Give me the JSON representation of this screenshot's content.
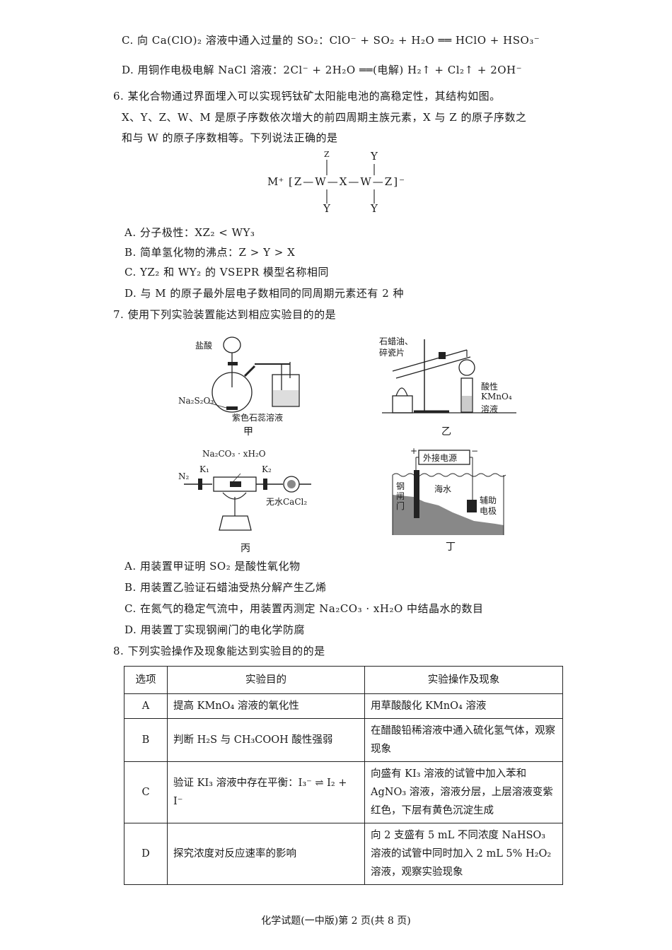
{
  "q5_options_tail": {
    "C": "C. 向 Ca(ClO)₂ 溶液中通入过量的 SO₂：ClO⁻ + SO₂ + H₂O ══ HClO + HSO₃⁻",
    "D": "D. 用铜作电极电解 NaCl 溶液：2Cl⁻ + 2H₂O ══(电解) H₂↑ + Cl₂↑ + 2OH⁻"
  },
  "q6": {
    "stem_line1": "6. 某化合物通过界面埋入可以实现钙钛矿太阳能电池的高稳定性，其结构如图。",
    "stem_line2": "X、Y、Z、W、M 是原子序数依次增大的前四周期主族元素，X 与 Z 的原子序数之",
    "stem_line3": "和与 W 的原子序数相等。下列说法正确的是",
    "structure": {
      "cation": "M⁺",
      "left_bracket": "[Z—W—X—W—Z]⁻",
      "top_left": "Z",
      "top_right": "Y",
      "bottom_left": "Y",
      "bottom_right": "Y"
    },
    "options": [
      "A. 分子极性：XZ₂ < WY₃",
      "B. 简单氢化物的沸点：Z > Y > X",
      "C. YZ₂ 和 WY₂ 的 VSEPR 模型名称相同",
      "D. 与 M 的原子最外层电子数相同的同周期元素还有 2 种"
    ]
  },
  "q7": {
    "stem": "7. 使用下列实验装置能达到相应实验目的的是",
    "figures": {
      "jia": {
        "caption": "甲",
        "labels": [
          "盐酸",
          "Na₂S₂O₃",
          "紫色石蕊溶液"
        ]
      },
      "yi": {
        "caption": "乙",
        "labels": [
          "石蜡油、",
          "碎瓷片",
          "酸性",
          "KMnO₄",
          "溶液"
        ]
      },
      "bing": {
        "caption": "丙",
        "labels": [
          "Na₂CO₃ · xH₂O",
          "N₂",
          "K₁",
          "K₂",
          "无水CaCl₂"
        ]
      },
      "ding": {
        "caption": "丁",
        "labels": [
          "外接电源",
          "+",
          "−",
          "钢闸门",
          "海水",
          "辅助电极"
        ]
      }
    },
    "options": [
      "A. 用装置甲证明 SO₂ 是酸性氧化物",
      "B. 用装置乙验证石蜡油受热分解产生乙烯",
      "C. 在氮气的稳定气流中，用装置丙测定 Na₂CO₃ · xH₂O 中结晶水的数目",
      "D. 用装置丁实现钢闸门的电化学防腐"
    ]
  },
  "q8": {
    "stem": "8. 下列实验操作及现象能达到实验目的的是",
    "headers": [
      "选项",
      "实验目的",
      "实验操作及现象"
    ],
    "rows": [
      {
        "opt": "A",
        "purpose": "提高 KMnO₄ 溶液的氧化性",
        "operation": "用草酸酸化 KMnO₄ 溶液"
      },
      {
        "opt": "B",
        "purpose": "判断 H₂S 与 CH₃COOH 酸性强弱",
        "operation": "在醋酸铅稀溶液中通入硫化氢气体，观察现象"
      },
      {
        "opt": "C",
        "purpose": "验证 KI₃ 溶液中存在平衡：I₃⁻ ⇌ I₂ + I⁻",
        "operation": "向盛有 KI₃ 溶液的试管中加入苯和 AgNO₃ 溶液，溶液分层，上层溶液变紫红色，下层有黄色沉淀生成"
      },
      {
        "opt": "D",
        "purpose": "探究浓度对反应速率的影响",
        "operation": "向 2 支盛有 5 mL 不同浓度 NaHSO₃ 溶液的试管中同时加入 2 mL 5% H₂O₂ 溶液，观察实验现象"
      }
    ]
  },
  "footer": "化学试题(一中版)第 2 页(共 8 页)"
}
